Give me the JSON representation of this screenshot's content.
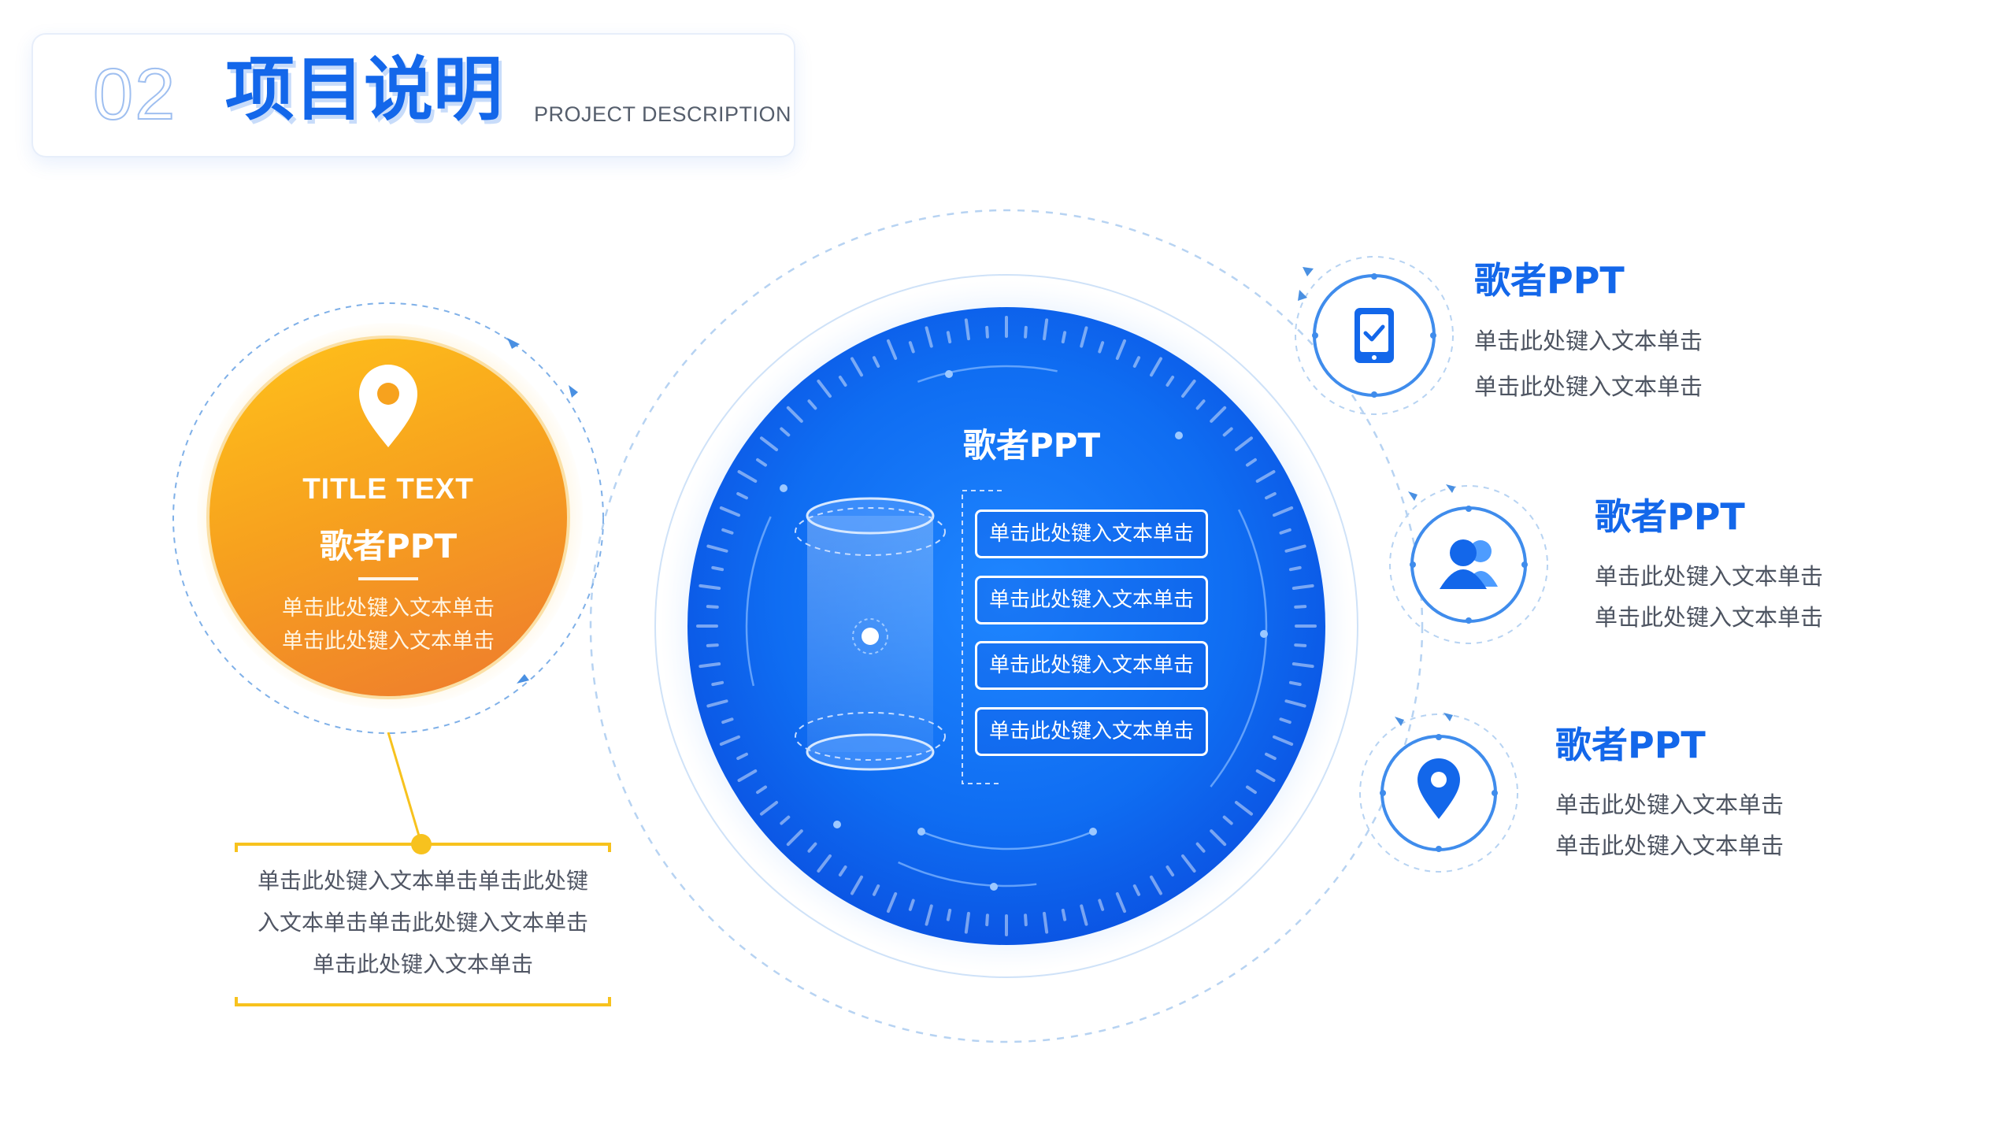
{
  "header": {
    "number": "02",
    "title": "项目说明",
    "subtitle": "PROJECT DESCRIPTION"
  },
  "left_circle": {
    "title": "TITLE TEXT",
    "subtitle": "歌者PPT",
    "lines": [
      "单击此处键入文本单击",
      "单击此处键入文本单击"
    ],
    "icon": "location-pin-icon"
  },
  "left_note": {
    "lines": [
      "单击此处键入文本单击单击此处键",
      "入文本单击单击此处键入文本单击",
      "单击此处键入文本单击"
    ]
  },
  "center": {
    "label": "歌者PPT",
    "pills": [
      "单击此处键入文本单击",
      "单击此处键入文本单击",
      "单击此处键入文本单击",
      "单击此处键入文本单击"
    ]
  },
  "right_items": [
    {
      "icon": "tablet-check-icon",
      "title": "歌者PPT",
      "lines": [
        "单击此处键入文本单击",
        "单击此处键入文本单击"
      ]
    },
    {
      "icon": "users-icon",
      "title": "歌者PPT",
      "lines": [
        "单击此处键入文本单击",
        "单击此处键入文本单击"
      ]
    },
    {
      "icon": "location-pin-icon",
      "title": "歌者PPT",
      "lines": [
        "单击此处键入文本单击",
        "单击此处键入文本单击"
      ]
    }
  ],
  "colors": {
    "brand_blue": "#1367ea",
    "orange_top": "#ffc21a",
    "orange_bottom": "#ee7a2e",
    "accent_yellow": "#f7c21e"
  }
}
